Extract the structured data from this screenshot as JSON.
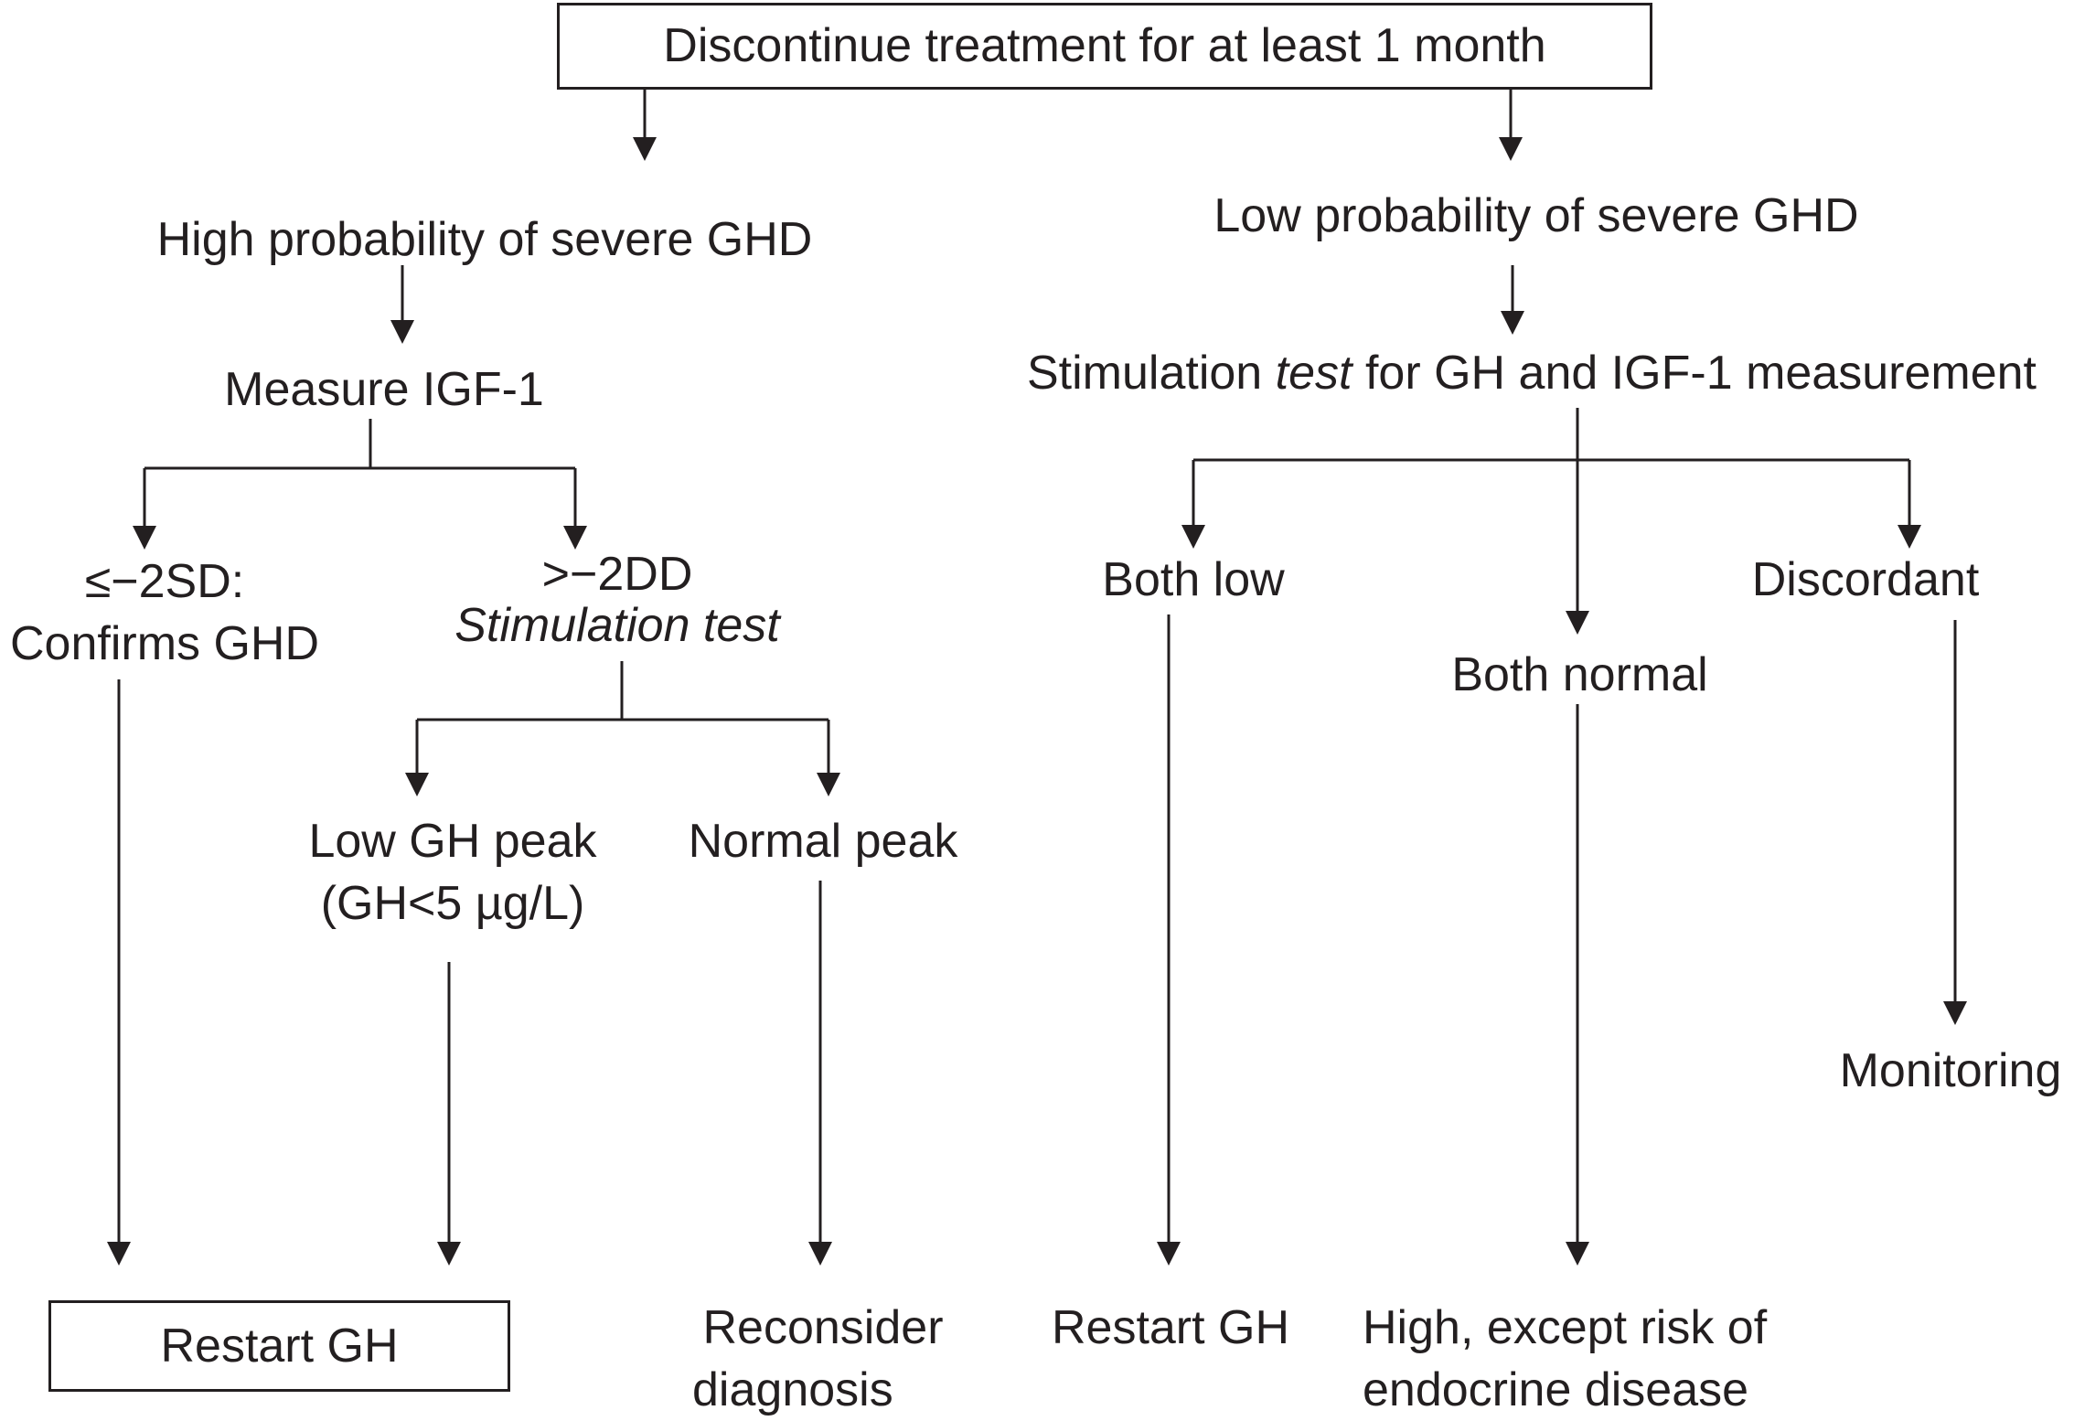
{
  "nodes": {
    "discontinue": "Discontinue treatment for at least 1 month",
    "high_prob": "High probability of severe GHD",
    "low_prob": "Low probability of severe GHD",
    "measure_igf1": "Measure IGF-1",
    "stim_gh_igf_a": "Stimulation ",
    "stim_gh_igf_b": "test",
    "stim_gh_igf_c": " for GH and IGF-1 measurement",
    "le2sd_line1": "≤−2SD:",
    "le2sd_line2": "Confirms GHD",
    "gt2dd_line1": ">−2DD",
    "gt2dd_line2": "Stimulation test",
    "both_low": "Both low",
    "both_normal": "Both normal",
    "discordant": "Discordant",
    "low_gh_peak_line1": "Low GH peak",
    "low_gh_peak_line2": "(GH<5 µg/L)",
    "normal_peak": "Normal peak",
    "monitoring": "Monitoring",
    "restart_gh_boxed": "Restart GH",
    "reconsider_line1": "Reconsider",
    "reconsider_line2": "diagnosis",
    "restart_gh": "Restart GH",
    "high_risk_line1": "High, except risk of",
    "high_risk_line2": "endocrine disease"
  }
}
